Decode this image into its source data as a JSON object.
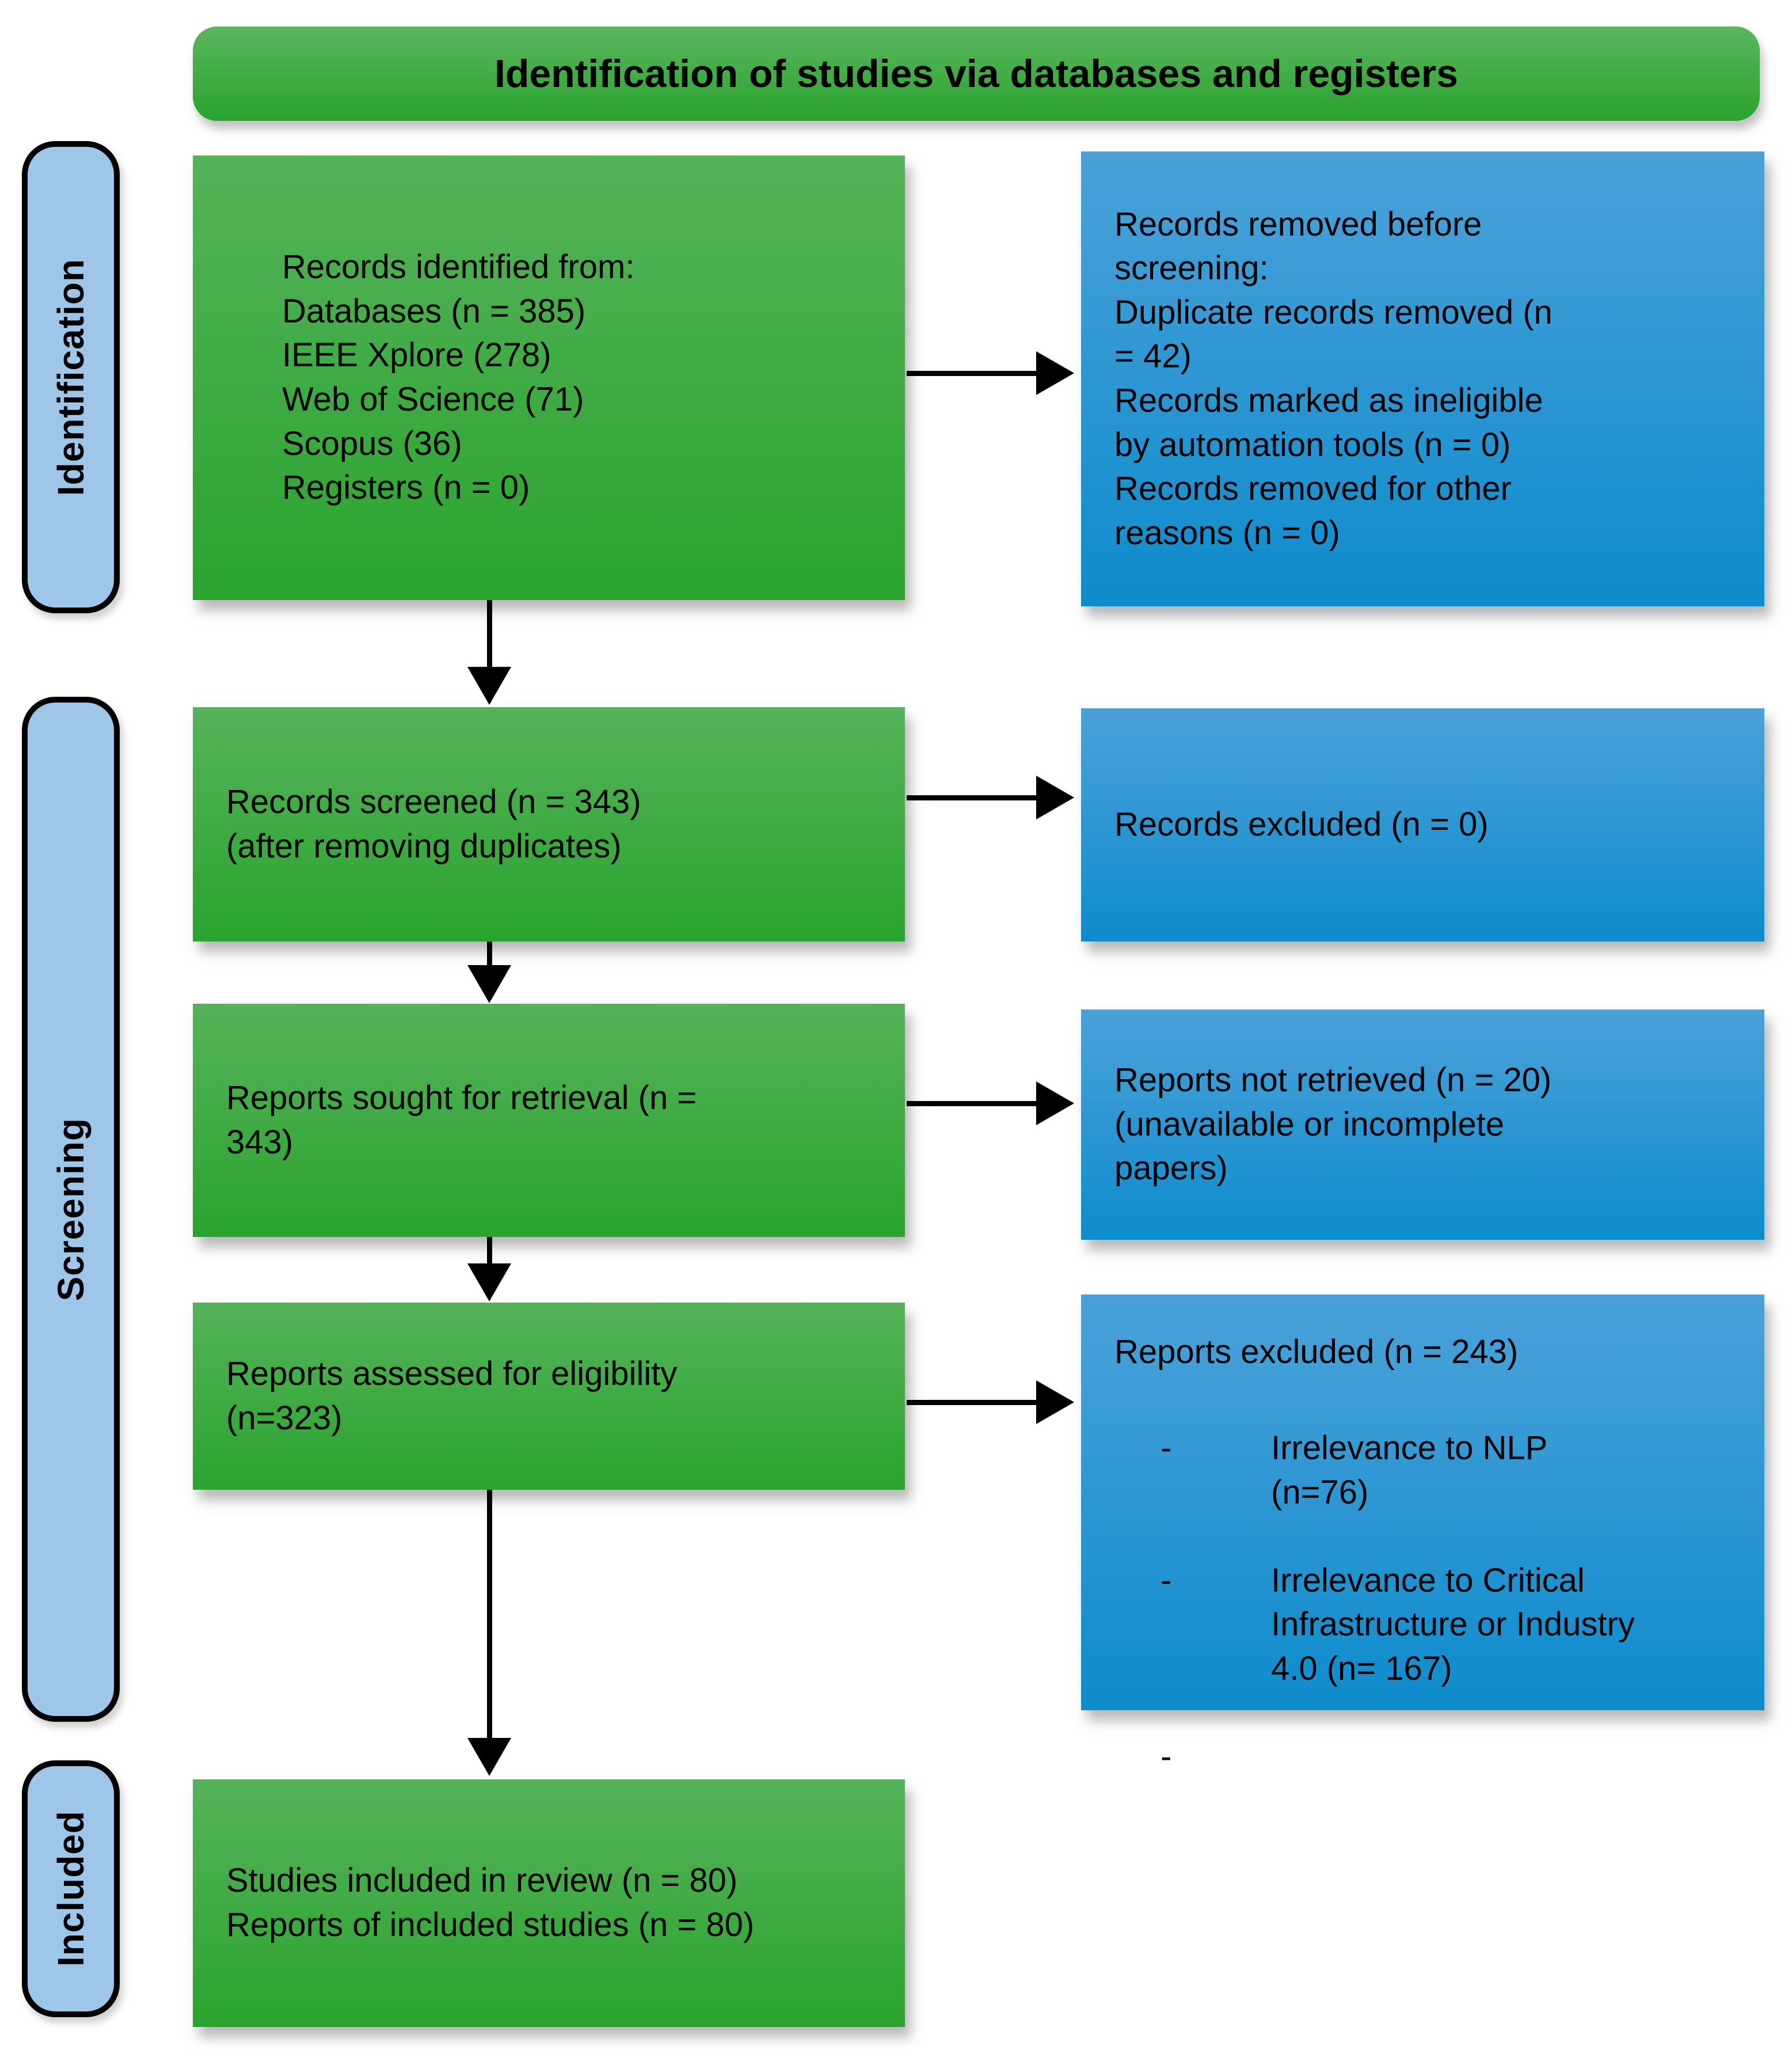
{
  "header": {
    "label": "Identification of studies via databases and registers"
  },
  "sidebar": {
    "identification": "Identification",
    "screening": "Screening",
    "included": "Included"
  },
  "boxes": {
    "records_identified": {
      "text": "Records identified from:\nDatabases (n = 385)\nIEEE Xplore (278)\nWeb of Science (71)\nScopus (36)\nRegisters (n = 0)"
    },
    "records_removed": {
      "text": "Records removed before\nscreening:\nDuplicate records removed (n\n= 42)\nRecords marked as ineligible\nby automation tools (n = 0)\nRecords removed for other\nreasons (n = 0)"
    },
    "records_screened": {
      "text": "Records screened (n = 343)\n(after removing duplicates)"
    },
    "records_excluded": {
      "text": "Records excluded (n = 0)"
    },
    "reports_sought": {
      "text": "Reports sought for retrieval (n =\n343)"
    },
    "reports_not_retrieved": {
      "text": "Reports not retrieved (n = 20)\n(unavailable or incomplete\npapers)"
    },
    "reports_assessed": {
      "text": "Reports assessed for eligibility\n(n=323)"
    },
    "reports_excluded": {
      "title": "Reports excluded (n = 243)",
      "bullets": [
        {
          "marker": "-",
          "text": "Irrelevance to NLP\n(n=76)"
        },
        {
          "marker": "-",
          "text": "Irrelevance to Critical\nInfrastructure or Industry\n4.0 (n= 167)"
        },
        {
          "marker": "-",
          "text": ""
        }
      ]
    },
    "studies_included": {
      "text": "Studies included in review (n = 80)\nReports of included studies (n = 80)"
    }
  },
  "colors": {
    "green_top": "#55b259",
    "green_bottom": "#2aa42e",
    "blue_top": "#4ba1d9",
    "blue_bottom": "#0e8ccd",
    "stage_fill": "#9dc6e8",
    "stage_border": "#000000",
    "arrow": "#000000",
    "text": "#000000"
  }
}
